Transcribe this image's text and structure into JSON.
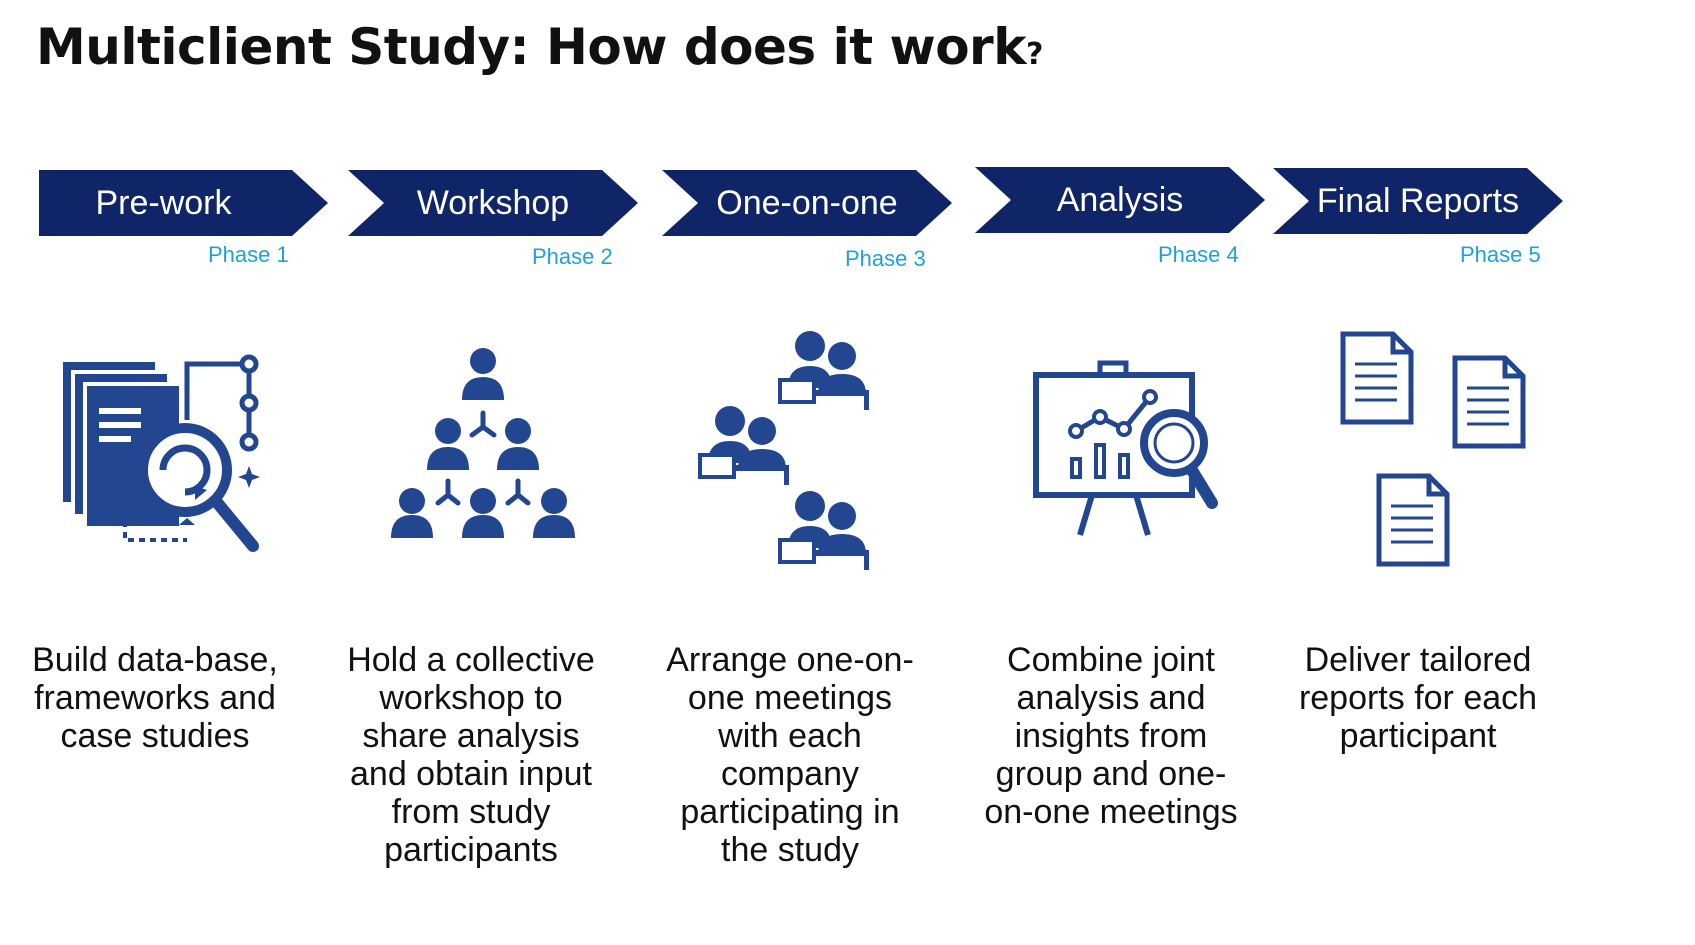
{
  "title": {
    "main": "Multiclient Study: How does it work",
    "mark": "?"
  },
  "colors": {
    "navy": "#0f2567",
    "icon_blue": "#22468f",
    "phase_text": "#1fa1d8",
    "text": "#111111"
  },
  "phases": [
    {
      "label": "Pre-work",
      "phase": "Phase 1",
      "icon": "database-search-icon",
      "description": "Build data-base, frameworks and case studies"
    },
    {
      "label": "Workshop",
      "phase": "Phase 2",
      "icon": "group-hierarchy-icon",
      "description": "Hold a collective workshop to share analysis and obtain input from study participants"
    },
    {
      "label": "One-on-one",
      "phase": "Phase 3",
      "icon": "meeting-icon",
      "description": "Arrange one-on-one meetings with each company participating in the study"
    },
    {
      "label": "Analysis",
      "phase": "Phase 4",
      "icon": "presentation-analysis-icon",
      "description": "Combine joint analysis and insights from group and one-on-one meetings"
    },
    {
      "label": "Final Reports",
      "phase": "Phase 5",
      "icon": "report-documents-icon",
      "description": "Deliver tailored reports for each participant"
    }
  ]
}
